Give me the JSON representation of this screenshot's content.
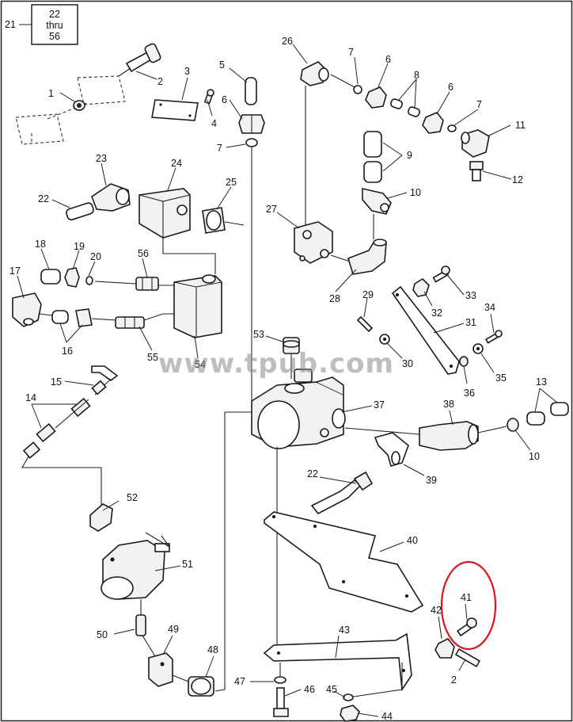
{
  "ref_box": {
    "number": "21",
    "line1": "22",
    "line2": "thru",
    "line3": "56"
  },
  "watermark": "www.tpub.com",
  "highlight_color": "#e0141e",
  "labels": [
    {
      "id": "l1",
      "text": "1"
    },
    {
      "id": "l2a",
      "text": "2"
    },
    {
      "id": "l3",
      "text": "3"
    },
    {
      "id": "l4",
      "text": "4"
    },
    {
      "id": "l5",
      "text": "5"
    },
    {
      "id": "l6a",
      "text": "6"
    },
    {
      "id": "l7a",
      "text": "7"
    },
    {
      "id": "l26",
      "text": "26"
    },
    {
      "id": "l7b",
      "text": "7"
    },
    {
      "id": "l6b",
      "text": "6"
    },
    {
      "id": "l8",
      "text": "8"
    },
    {
      "id": "l6c",
      "text": "6"
    },
    {
      "id": "l7c",
      "text": "7"
    },
    {
      "id": "l11",
      "text": "11"
    },
    {
      "id": "l12",
      "text": "12"
    },
    {
      "id": "l9",
      "text": "9"
    },
    {
      "id": "l10a",
      "text": "10"
    },
    {
      "id": "l23",
      "text": "23"
    },
    {
      "id": "l24",
      "text": "24"
    },
    {
      "id": "l25",
      "text": "25"
    },
    {
      "id": "l22a",
      "text": "22"
    },
    {
      "id": "l27",
      "text": "27"
    },
    {
      "id": "l18",
      "text": "18"
    },
    {
      "id": "l19",
      "text": "19"
    },
    {
      "id": "l20",
      "text": "20"
    },
    {
      "id": "l56",
      "text": "56"
    },
    {
      "id": "l28",
      "text": "28"
    },
    {
      "id": "l17",
      "text": "17"
    },
    {
      "id": "l33",
      "text": "33"
    },
    {
      "id": "l29",
      "text": "29"
    },
    {
      "id": "l32",
      "text": "32"
    },
    {
      "id": "l34",
      "text": "34"
    },
    {
      "id": "l31",
      "text": "31"
    },
    {
      "id": "l16",
      "text": "16"
    },
    {
      "id": "l55",
      "text": "55"
    },
    {
      "id": "l54",
      "text": "54"
    },
    {
      "id": "l53",
      "text": "53"
    },
    {
      "id": "l30",
      "text": "30"
    },
    {
      "id": "l35",
      "text": "35"
    },
    {
      "id": "l36",
      "text": "36"
    },
    {
      "id": "l15",
      "text": "15"
    },
    {
      "id": "l13",
      "text": "13"
    },
    {
      "id": "l14",
      "text": "14"
    },
    {
      "id": "l37",
      "text": "37"
    },
    {
      "id": "l38",
      "text": "38"
    },
    {
      "id": "l10b",
      "text": "10"
    },
    {
      "id": "l39",
      "text": "39"
    },
    {
      "id": "l22b",
      "text": "22"
    },
    {
      "id": "l52",
      "text": "52"
    },
    {
      "id": "l40",
      "text": "40"
    },
    {
      "id": "l51",
      "text": "51"
    },
    {
      "id": "l41",
      "text": "41"
    },
    {
      "id": "l42",
      "text": "42"
    },
    {
      "id": "l50",
      "text": "50"
    },
    {
      "id": "l49",
      "text": "49"
    },
    {
      "id": "l43",
      "text": "43"
    },
    {
      "id": "l48",
      "text": "48"
    },
    {
      "id": "l2b",
      "text": "2"
    },
    {
      "id": "l47",
      "text": "47"
    },
    {
      "id": "l46",
      "text": "46"
    },
    {
      "id": "l45",
      "text": "45"
    },
    {
      "id": "l44",
      "text": "44"
    }
  ]
}
